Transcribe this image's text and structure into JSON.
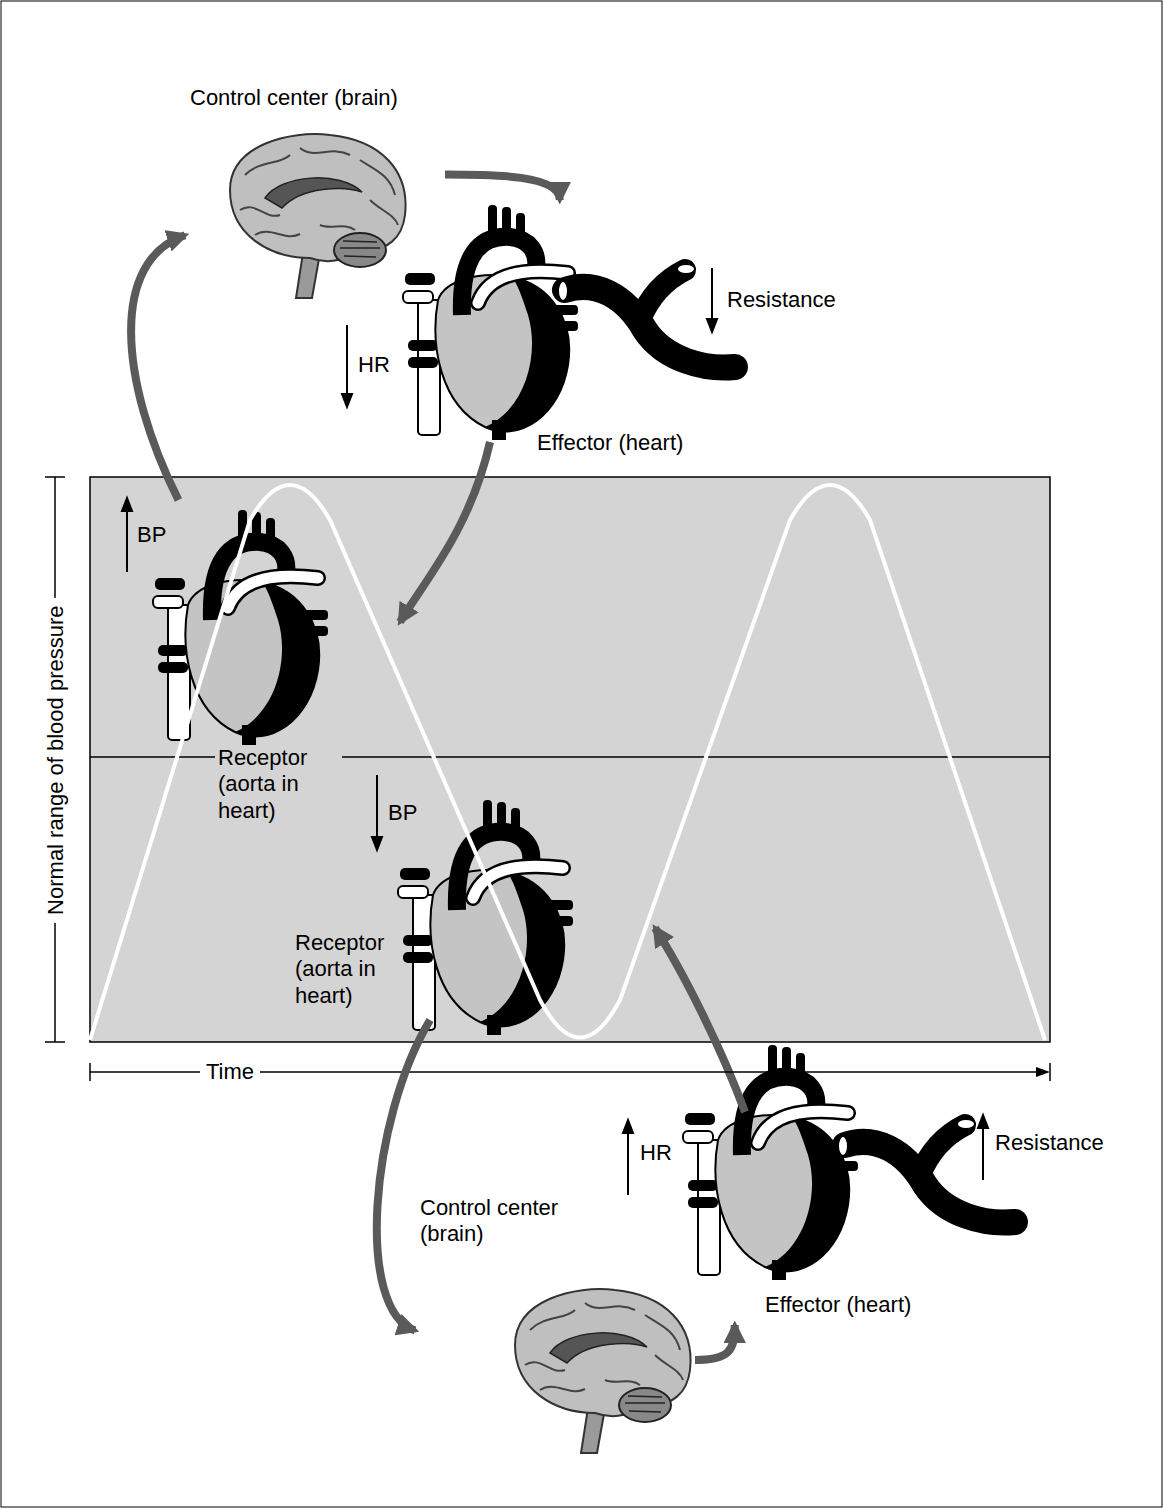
{
  "diagram": {
    "nodes": [
      {
        "text": [
          "Control center (brain)"
        ]
      },
      {
        "text": [
          "HR",
          "Resistance",
          "Effector (heart)"
        ]
      },
      {
        "text": [
          "Normal range of blood pressure"
        ]
      },
      {
        "text": [
          "BP",
          "Receptor (aorta in heart)"
        ],
        "in": 2
      },
      {
        "text": [
          "BP",
          "Receptor (aorta in heart)"
        ],
        "in": 2
      },
      {
        "text": [
          "Control center (brain)"
        ]
      },
      {
        "text": [
          "HR",
          "Resistance",
          "Effector (heart)"
        ]
      }
    ],
    "edges": [
      {
        "from": 3,
        "to": 0,
        "arrow": "to"
      },
      {
        "from": 0,
        "to": 1,
        "arrow": "to"
      },
      {
        "from": 4,
        "to": 5,
        "arrow": "to"
      },
      {
        "from": 5,
        "to": 6,
        "arrow": "to"
      }
    ],
    "labels": [
      "Time"
    ]
  }
}
